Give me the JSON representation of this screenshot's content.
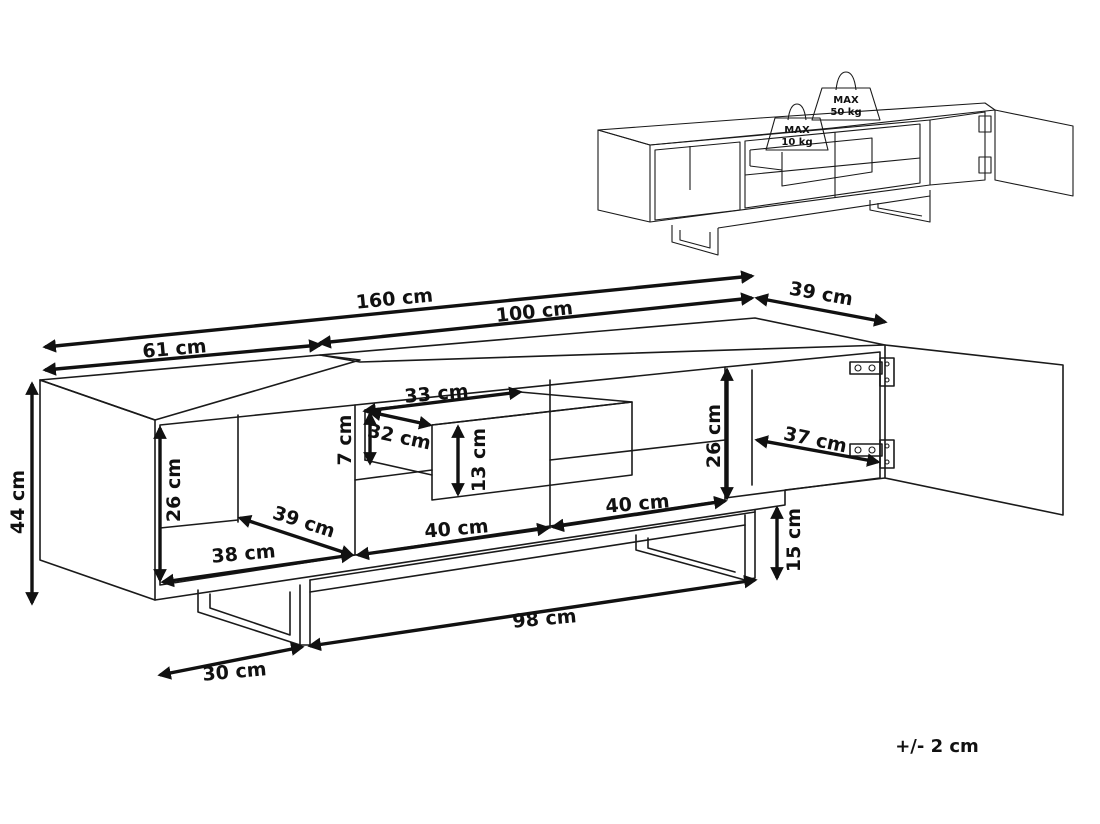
{
  "dimensions": {
    "total_length": "160 cm",
    "middle_length": "100 cm",
    "depth": "39 cm",
    "left_length": "61 cm",
    "height": "44 cm",
    "drawer_width": "33 cm",
    "drawer_depth": "32 cm",
    "drawer_inner_height": "7 cm",
    "drawer_front_height": "13 cm",
    "left_inner_height": "26 cm",
    "right_inner_height": "26 cm",
    "left_inner_depth": "39 cm",
    "left_inner_width": "38 cm",
    "middle_left_width": "40 cm",
    "middle_right_width": "40 cm",
    "right_inner_depth": "37 cm",
    "leg_height": "15 cm",
    "base_length": "98 cm",
    "base_depth": "30 cm"
  },
  "weights": {
    "top_max": "MAX",
    "top_value": "50 kg",
    "drawer_max": "MAX",
    "drawer_value": "10 kg"
  },
  "tolerance": "+/- 2 cm"
}
